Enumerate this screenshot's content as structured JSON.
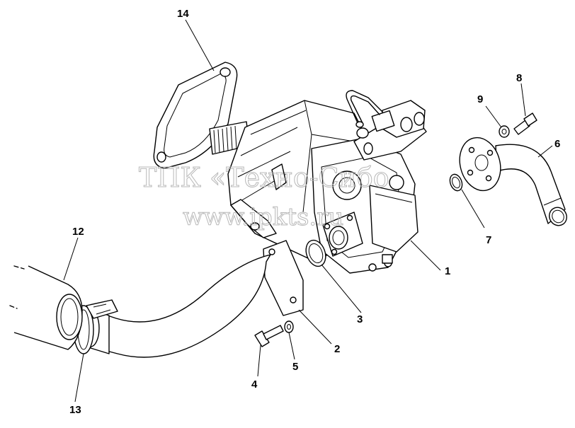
{
  "diagram": {
    "callouts": [
      "1",
      "2",
      "3",
      "4",
      "5",
      "6",
      "7",
      "8",
      "9",
      "12",
      "13",
      "14"
    ],
    "watermark": {
      "line1": "ТПК «Техно-Сибо",
      "line2": "www.ipkts.ru"
    }
  }
}
